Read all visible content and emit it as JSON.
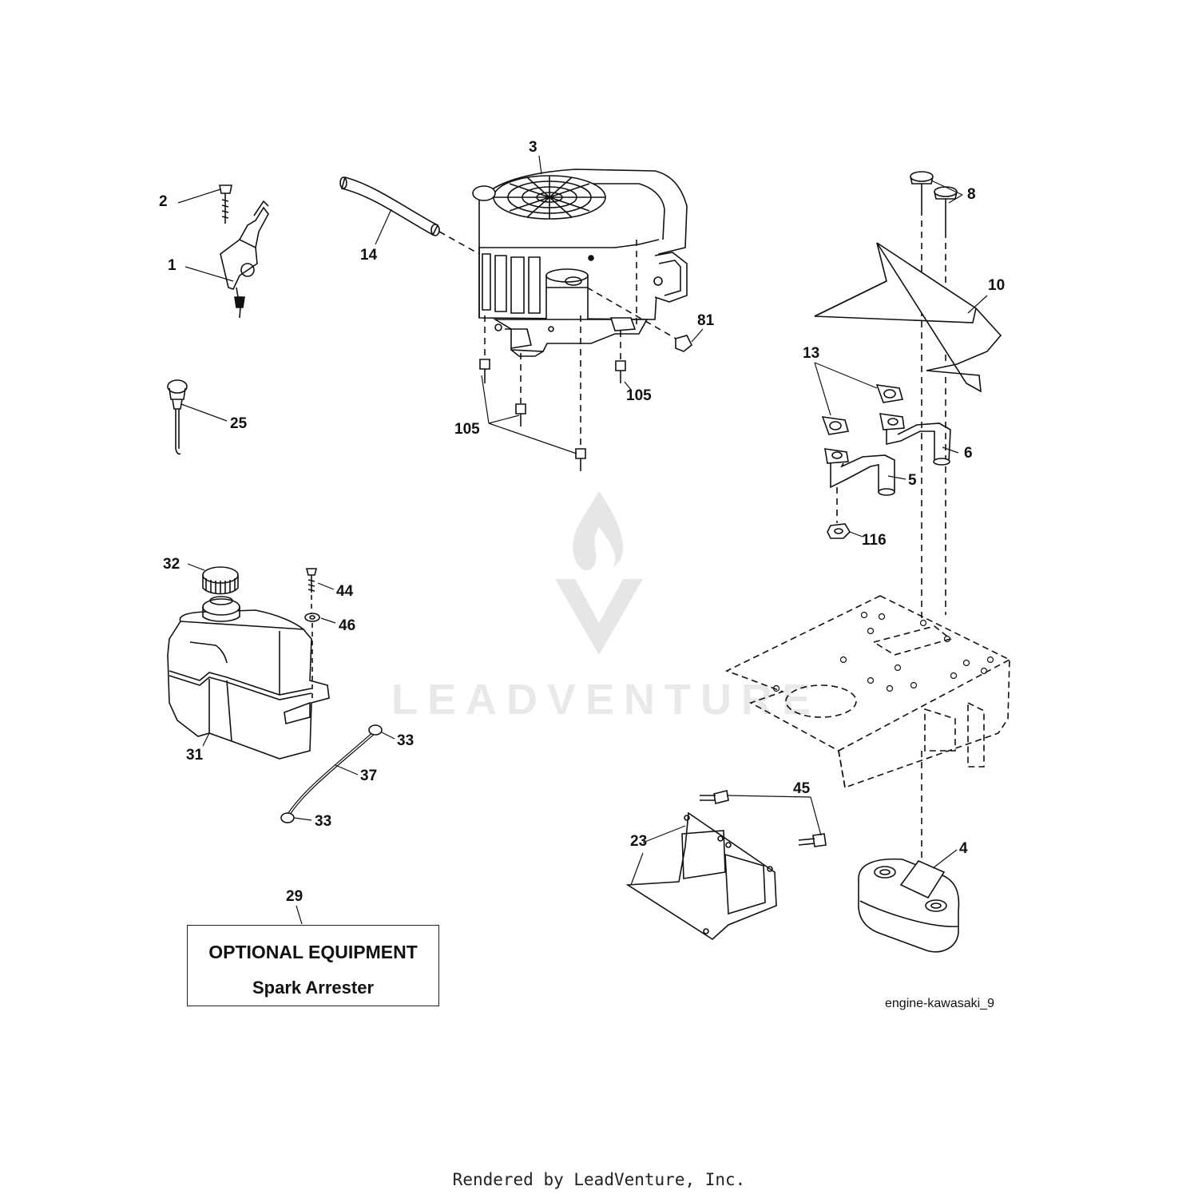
{
  "callouts": {
    "c1": "1",
    "c2": "2",
    "c3": "3",
    "c4": "4",
    "c5": "5",
    "c6": "6",
    "c8": "8",
    "c10": "10",
    "c13": "13",
    "c14": "14",
    "c23": "23",
    "c25": "25",
    "c29": "29",
    "c31": "31",
    "c32": "32",
    "c33a": "33",
    "c33b": "33",
    "c37": "37",
    "c44": "44",
    "c45": "45",
    "c46": "46",
    "c81": "81",
    "c105a": "105",
    "c105b": "105",
    "c116": "116"
  },
  "optional_box": {
    "line1": "OPTIONAL EQUIPMENT",
    "line2": "Spark Arrester"
  },
  "drawing_id": "engine-kawasaki_9",
  "watermark": "LEADVENTURE",
  "footer": "Rendered by LeadVenture, Inc."
}
